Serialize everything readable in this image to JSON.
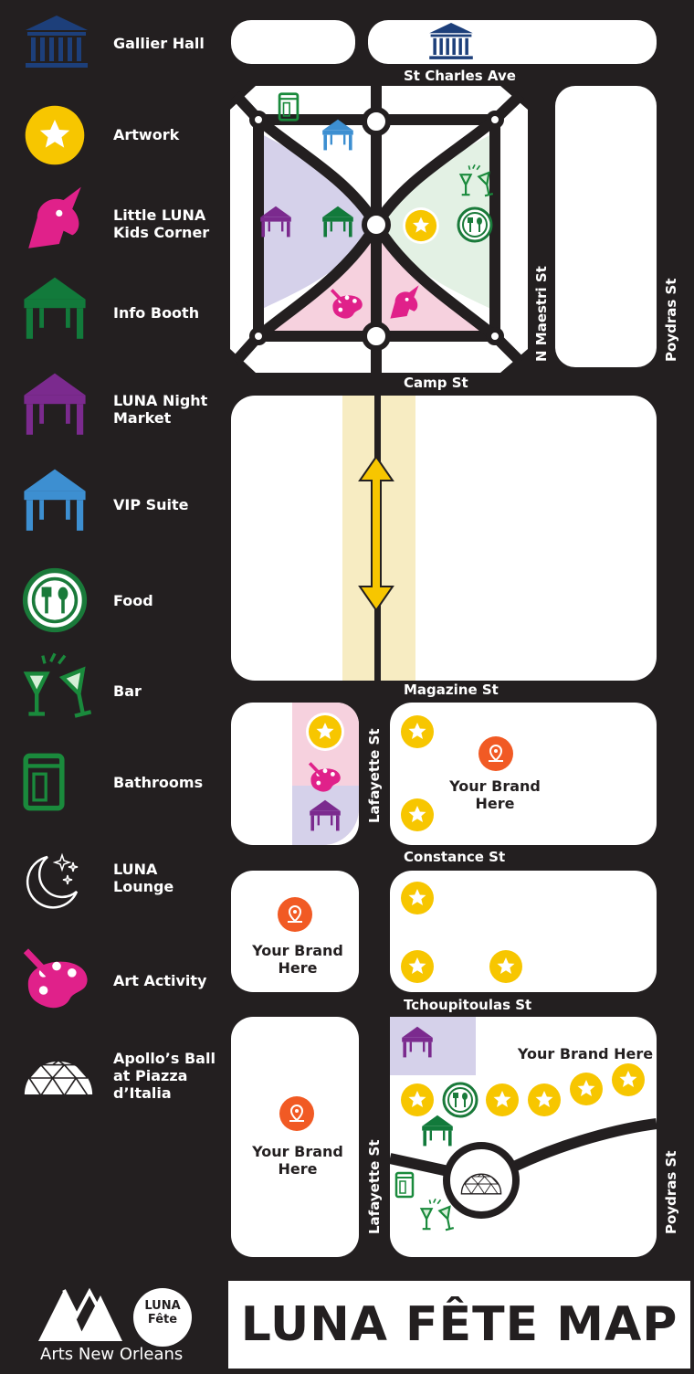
{
  "title": "LUNA FÊTE MAP",
  "logo": {
    "badge": "LUNA\nFête",
    "org": "Arts New Orleans"
  },
  "legend": [
    {
      "icon": "gallier-hall-icon",
      "label": "Gallier Hall"
    },
    {
      "icon": "artwork-star-icon",
      "label": "Artwork"
    },
    {
      "icon": "unicorn-icon",
      "label": "Little LUNA\nKids Corner"
    },
    {
      "icon": "tent-icon",
      "label": "Info Booth"
    },
    {
      "icon": "tent-icon",
      "label": "LUNA Night\nMarket"
    },
    {
      "icon": "tent-icon",
      "label": "VIP Suite"
    },
    {
      "icon": "food-icon",
      "label": "Food"
    },
    {
      "icon": "cocktail-icon",
      "label": "Bar"
    },
    {
      "icon": "portable-toilet-icon",
      "label": "Bathrooms"
    },
    {
      "icon": "moon-stars-icon",
      "label": "LUNA\nLounge"
    },
    {
      "icon": "palette-icon",
      "label": "Art Activity"
    },
    {
      "icon": "geodesic-dome-icon",
      "label": "Apollo’s Ball\nat Piazza\nd’Italia"
    }
  ],
  "streets": {
    "st_charles": "St Charles Ave",
    "camp": "Camp St",
    "magazine": "Magazine St",
    "constance": "Constance St",
    "tchoupitoulas": "Tchoupitoulas St",
    "n_maestri": "N Maestri St",
    "poydras_top": "Poydras St",
    "poydras_bottom": "Poydras St",
    "lafayette_mid": "Lafayette St",
    "lafayette_bottom": "Lafayette St"
  },
  "brand_spots": {
    "b1": "Your Brand\nHere",
    "b2": "Your Brand\nHere",
    "b3": "Your Brand\nHere",
    "b4": "Your Brand Here"
  },
  "colors": {
    "background": "#231f20",
    "block": "#ffffff",
    "artwork": "#f7c600",
    "kids": "#e0218a",
    "info": "#127a3b",
    "market": "#7b2a8e",
    "vip": "#3d8fd1",
    "food": "#1a7a3a",
    "brand_pin": "#f15a24",
    "lavender": "#d5d1ea",
    "mint": "#e3f1e4",
    "pink": "#f6d1de",
    "cream": "#f7ecc2"
  }
}
